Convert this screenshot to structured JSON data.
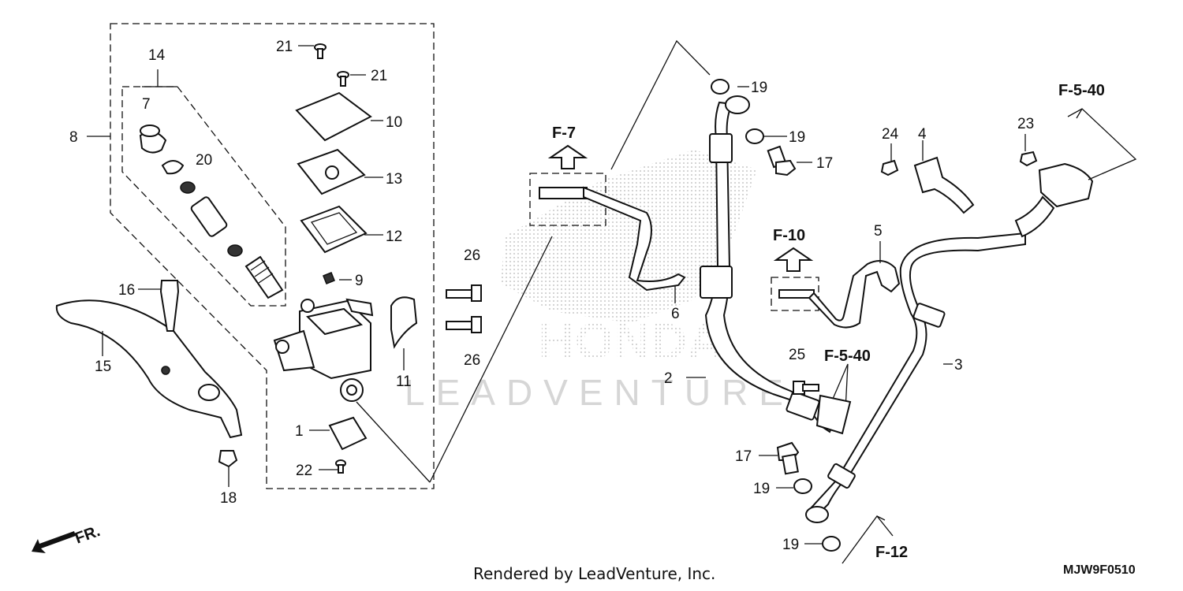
{
  "watermark": {
    "brand": "HONDA",
    "text": "LEADVENTURE"
  },
  "callouts": {
    "c1": "1",
    "c2": "2",
    "c3": "3",
    "c4": "4",
    "c5": "5",
    "c6": "6",
    "c7": "7",
    "c8": "8",
    "c9": "9",
    "c10": "10",
    "c11": "11",
    "c12": "12",
    "c13": "13",
    "c14": "14",
    "c15": "15",
    "c16": "16",
    "c17a": "17",
    "c17b": "17",
    "c18": "18",
    "c19a": "19",
    "c19b": "19",
    "c19c": "19",
    "c19d": "19",
    "c20": "20",
    "c21a": "21",
    "c21b": "21",
    "c22": "22",
    "c23": "23",
    "c24": "24",
    "c25": "25",
    "c26a": "26",
    "c26b": "26"
  },
  "refs": {
    "f7": "F-7",
    "f10": "F-10",
    "f540_top": "F-5-40",
    "f540_mid": "F-5-40",
    "f12": "F-12",
    "front": "FR."
  },
  "footer": {
    "rendered_by": "Rendered by LeadVenture, Inc.",
    "code": "MJW9F0510"
  }
}
